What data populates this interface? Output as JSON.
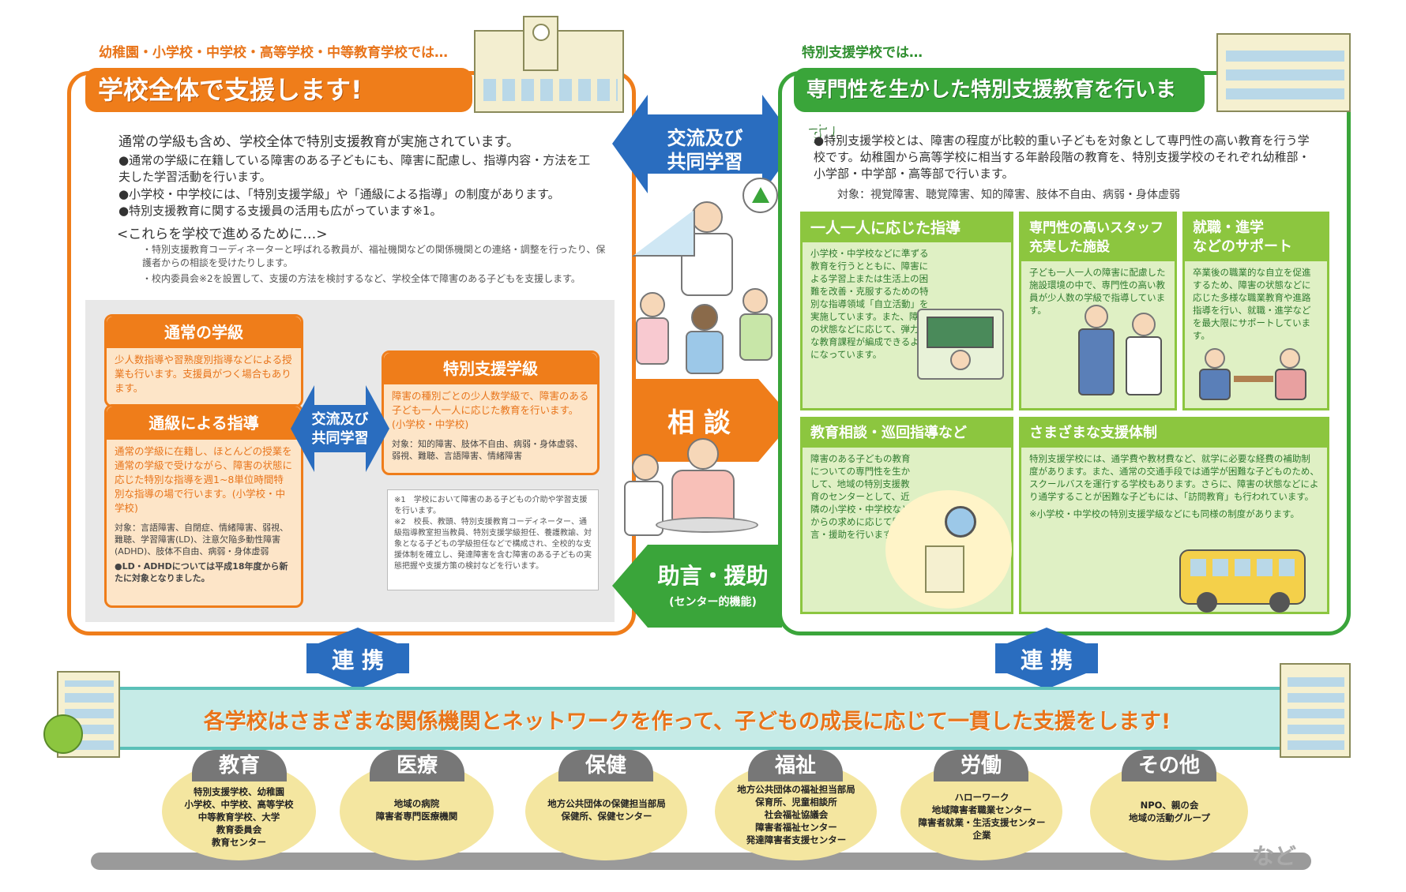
{
  "left": {
    "kicker": "幼稚園・小学校・中学校・高等学校・中等教育学校では…",
    "banner": "学校全体で支援します!",
    "intro": "通常の学級も含め、学校全体で特別支援教育が実施されています。",
    "bullets": [
      "●通常の学級に在籍している障害のある子どもにも、障害に配慮し、指導内容・方法を工夫した学習活動を行います。",
      "●小学校・中学校には、「特別支援学級」や「通級による指導」の制度があります。",
      "●特別支援教育に関する支援員の活用も広がっています※1。"
    ],
    "sub_title": "<これらを学校で進めるために…>",
    "sub_items": [
      "・特別支援教育コーディネーターと呼ばれる教員が、福祉機関などの関係機関との連絡・調整を行ったり、保護者からの相談を受けたりします。",
      "・校内委員会※2を設置して、支援の方法を検討するなど、学校全体で障害のある子どもを支援します。"
    ],
    "boxes": {
      "regular": {
        "title": "通常の学級",
        "text": "少人数指導や習熟度別指導などによる授業も行います。支援員がつく場合もあります。"
      },
      "tsukyu": {
        "title": "通級による指導",
        "text": "通常の学級に在籍し、ほとんどの授業を通常の学級で受けながら、障害の状態に応じた特別な指導を週1~8単位時間特別な指導の場で行います。(小学校・中学校)",
        "target": "対象：言語障害、自閉症、情緒障害、弱視、難聴、学習障害(LD)、注意欠陥多動性障害(ADHD)、肢体不自由、病弱・身体虚弱",
        "note": "●LD・ADHDについては平成18年度から新たに対象となりました。"
      },
      "special_class": {
        "title": "特別支援学級",
        "text": "障害の種別ごとの少人数学級で、障害のある子ども一人一人に応じた教育を行います。(小学校・中学校)",
        "target": "対象：知的障害、肢体不自由、病弱・身体虚弱、弱視、難聴、言語障害、情緒障害"
      }
    },
    "inner_arrow": "交流及び\n共同学習",
    "notes": [
      "※1　学校において障害のある子どもの介助や学習支援を行います。",
      "※2　校長、教頭、特別支援教育コーディネーター、通級指導教室担当教員、特別支援学級担任、養護教諭、対象となる子どもの学級担任などで構成され、全校的な支援体制を確立し、発達障害を含む障害のある子どもの実態把握や支援方策の検討などを行います。"
    ]
  },
  "center": {
    "top_arrow": "交流及び\n共同学習",
    "middle_arrow": "相 談",
    "bottom_arrow": "助言・援助",
    "bottom_arrow_sub": "(センター的機能)"
  },
  "right": {
    "kicker": "特別支援学校では…",
    "banner": "専門性を生かした特別支援教育を行います!",
    "intro": "●特別支援学校とは、障害の程度が比較的重い子どもを対象として専門性の高い教育を行う学校です。幼稚園から高等学校に相当する年齢段階の教育を、特別支援学校のそれぞれ幼稚部・小学部・中学部・高等部で行います。",
    "target": "対象：視覚障害、聴覚障害、知的障害、肢体不自由、病弱・身体虚弱",
    "boxes": [
      {
        "title": "一人一人に応じた指導",
        "text": "小学校・中学校などに準ずる教育を行うとともに、障害による学習上または生活上の困難を改善・克服するための特別な指導領域「自立活動」を実施しています。また、障害の状態などに応じて、弾力的な教育課程が編成できるようになっています。"
      },
      {
        "title": "専門性の高いスタッフ\n充実した施設",
        "text": "子ども一人一人の障害に配慮した施設環境の中で、専門性の高い教員が少人数の学級で指導しています。"
      },
      {
        "title": "就職・進学\nなどのサポート",
        "text": "卒業後の職業的な自立を促進するため、障害の状態などに応じた多様な職業教育や進路指導を行い、就職・進学などを最大限にサポートしています。"
      },
      {
        "title": "教育相談・巡回指導など",
        "text": "障害のある子どもの教育についての専門性を生かして、地域の特別支援教育のセンターとして、近隣の小学校・中学校などからの求めに応じて助言・援助を行います。"
      },
      {
        "title": "さまざまな支援体制",
        "text": "特別支援学校には、通学費や教材費など、就学に必要な経費の補助制度があります。また、通常の交通手段では通学が困難な子どものため、スクールバスを運行する学校もあります。さらに、障害の状態などにより通学することが困難な子どもには、「訪問教育」も行われています。",
        "note": "※小学校・中学校の特別支援学級などにも同様の制度があります。"
      }
    ]
  },
  "links": {
    "left": "連 携",
    "right": "連 携"
  },
  "network": {
    "banner": "各学校はさまざまな関係機関とネットワークを作って、子どもの成長に応じて一貫した支援をします!",
    "items": [
      {
        "title": "教育",
        "text": "特別支援学校、幼稚園\n小学校、中学校、高等学校\n中等教育学校、大学\n教育委員会\n教育センター"
      },
      {
        "title": "医療",
        "text": "地域の病院\n障害者専門医療機関"
      },
      {
        "title": "保健",
        "text": "地方公共団体の保健担当部局\n保健所、保健センター"
      },
      {
        "title": "福祉",
        "text": "地方公共団体の福祉担当部局\n保育所、児童相談所\n社会福祉協議会\n障害者福祉センター\n発達障害者支援センター"
      },
      {
        "title": "労働",
        "text": "ハローワーク\n地域障害者職業センター\n障害者就業・生活支援センター\n企業"
      },
      {
        "title": "その他",
        "text": "NPO、親の会\n地域の活動グループ"
      }
    ],
    "etc": "など"
  },
  "colors": {
    "orange": "#ef7d1a",
    "green": "#3aa53a",
    "blue": "#2a6dbf",
    "teal": "#5bc0b8"
  }
}
